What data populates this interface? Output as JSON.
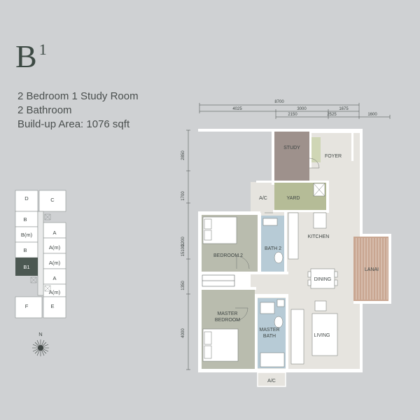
{
  "unit": {
    "code": "B",
    "superscript": "1"
  },
  "description": {
    "line1": "2 Bedroom 1 Study Room",
    "line2": "2 Bathroom",
    "line3": "Build-up Area: 1076 sqft"
  },
  "rooms": {
    "study": "STUDY",
    "foyer": "FOYER",
    "yard": "YARD",
    "ac_top": "A/C",
    "kitchen": "KITCHEN",
    "bath2": "BATH 2",
    "bedroom2": "BEDROOM 2",
    "dining": "DINING",
    "lanai": "LANAI",
    "master_bedroom_1": "MASTER",
    "master_bedroom_2": "BEDROOM",
    "master_bath_1": "MASTER",
    "master_bath_2": "BATH",
    "living": "LIVING",
    "ac_bottom": "A/C"
  },
  "dimensions": {
    "top_total": "8700",
    "top_a": "4025",
    "top_b": "3000",
    "top_c": "1675",
    "top_d": "2150",
    "top_e": "2525",
    "top_f": "1600",
    "left_total": "15100",
    "left_a": "2850",
    "left_b": "1700",
    "left_c": "3200",
    "left_d": "1350",
    "left_e": "4000"
  },
  "key_plan": {
    "labels": [
      "D",
      "C",
      "B",
      "B(m)",
      "A",
      "A(m)",
      "B",
      "A(m)",
      "B1",
      "A",
      "A(m)",
      "F",
      "E"
    ],
    "highlight": "B1"
  },
  "compass": {
    "north": "N"
  },
  "colors": {
    "background": "#cfd1d3",
    "study": "#9e918c",
    "yard": "#b5bc97",
    "bath": "#b7cbd6",
    "bedroom": "#b9bcae",
    "floor": "#e6e4df",
    "wall": "#ffffff",
    "key_highlight": "#4c5852"
  }
}
